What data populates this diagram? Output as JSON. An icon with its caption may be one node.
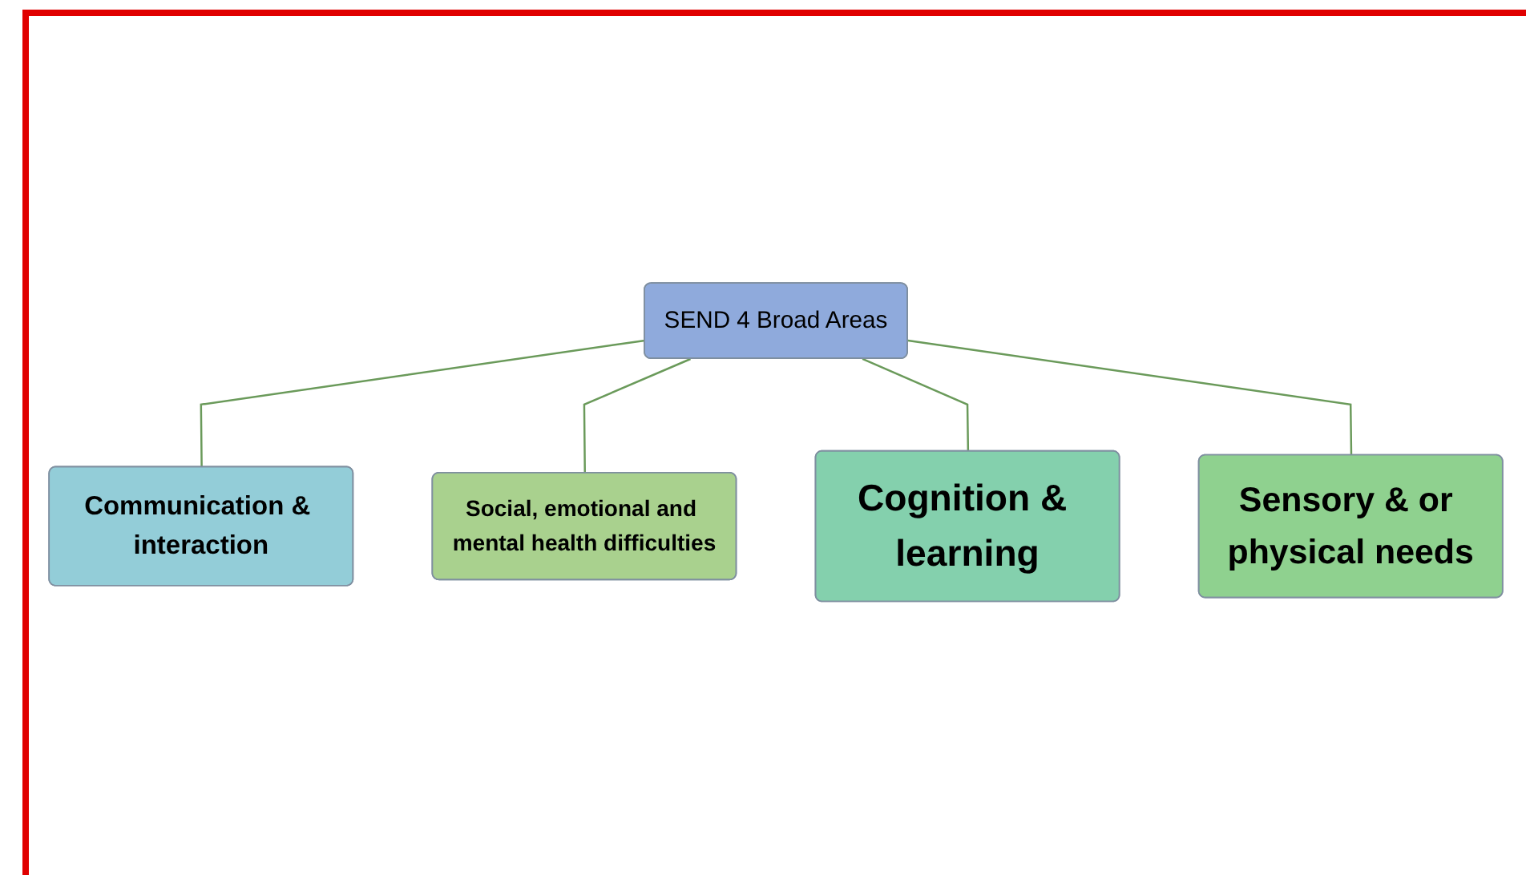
{
  "diagram": {
    "nodes": [
      {
        "text": [
          "Communication & interaction"
        ]
      },
      {
        "text": [
          "Social, emotional and mental health difficulties"
        ]
      },
      {
        "text": [
          "SEND 4 Broad Areas"
        ]
      },
      {
        "text": [
          "Cognition & learning"
        ]
      },
      {
        "text": [
          "Sensory & or physical needs"
        ]
      }
    ],
    "edges": [
      {
        "from": 2,
        "to": 0,
        "arrow": "none"
      },
      {
        "from": 2,
        "to": 1,
        "arrow": "none"
      },
      {
        "from": 2,
        "to": 3,
        "arrow": "none"
      },
      {
        "from": 2,
        "to": 4,
        "arrow": "none"
      }
    ]
  }
}
